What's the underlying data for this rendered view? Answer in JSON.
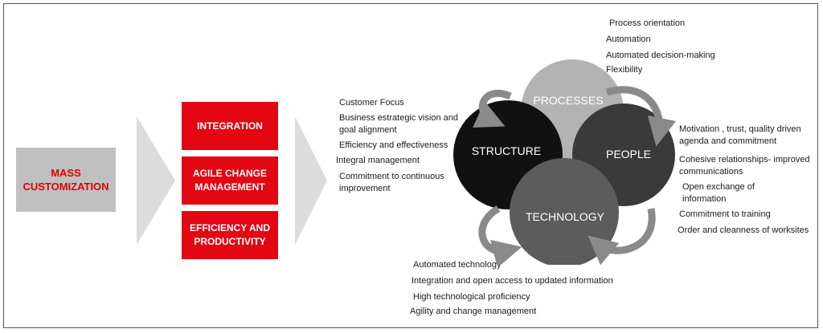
{
  "mass_customization": "MASS\nCUSTOMIZATION",
  "pillars": [
    {
      "label": "INTEGRATION"
    },
    {
      "label": "AGILE CHANGE\nMANAGEMENT"
    },
    {
      "label": "EFFICIENCY AND\nPRODUCTIVITY"
    }
  ],
  "circles": {
    "processes": {
      "label": "PROCESSES",
      "color": "#b3b3b3"
    },
    "structure": {
      "label": "STRUCTURE",
      "color": "#111111"
    },
    "people": {
      "label": "PEOPLE",
      "color": "#3a3a3a"
    },
    "technology": {
      "label": "TECHNOLOGY",
      "color": "#5c5c5c"
    }
  },
  "processes_items": [
    "Process orientation",
    "Automation",
    "Automated decision-making",
    "Flexibility"
  ],
  "structure_items": [
    "Customer Focus",
    "Business estrategic vision and\ngoal alignment",
    "Efficiency and effectiveness",
    "Integral management",
    "Commitment to continuous\nimprovement"
  ],
  "people_items": [
    "Motivation , trust, quality driven\nagenda  and  commitment",
    "Cohesive relationships- improved\ncommunications",
    "Open exchange of\ninformation",
    "Commitment to training",
    "Order and cleanness of worksites"
  ],
  "technology_items": [
    "Automated technology",
    "Integration and open access to updated  information",
    "High technological proficiency",
    "Agility  and change management"
  ]
}
